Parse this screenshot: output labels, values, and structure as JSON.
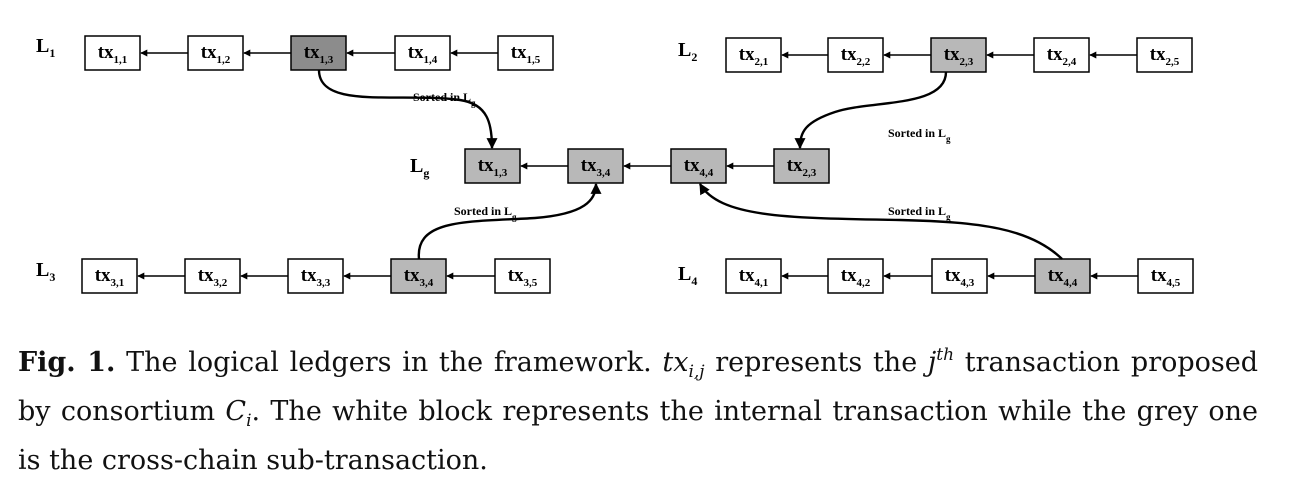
{
  "ledgers": [
    {
      "label": "L",
      "sub": "1",
      "blocks": [
        {
          "sub": "1,1",
          "fill": "white"
        },
        {
          "sub": "1,2",
          "fill": "white"
        },
        {
          "sub": "1,3",
          "fill": "dark"
        },
        {
          "sub": "1,4",
          "fill": "white"
        },
        {
          "sub": "1,5",
          "fill": "white"
        }
      ]
    },
    {
      "label": "L",
      "sub": "2",
      "blocks": [
        {
          "sub": "2,1",
          "fill": "white"
        },
        {
          "sub": "2,2",
          "fill": "white"
        },
        {
          "sub": "2,3",
          "fill": "grey"
        },
        {
          "sub": "2,4",
          "fill": "white"
        },
        {
          "sub": "2,5",
          "fill": "white"
        }
      ]
    },
    {
      "label": "L",
      "sub": "g",
      "blocks": [
        {
          "sub": "1,3",
          "fill": "grey"
        },
        {
          "sub": "3,4",
          "fill": "grey"
        },
        {
          "sub": "4,4",
          "fill": "grey"
        },
        {
          "sub": "2,3",
          "fill": "grey"
        }
      ]
    },
    {
      "label": "L",
      "sub": "3",
      "blocks": [
        {
          "sub": "3,1",
          "fill": "white"
        },
        {
          "sub": "3,2",
          "fill": "white"
        },
        {
          "sub": "3,3",
          "fill": "white"
        },
        {
          "sub": "3,4",
          "fill": "grey"
        },
        {
          "sub": "3,5",
          "fill": "white"
        }
      ]
    },
    {
      "label": "L",
      "sub": "4",
      "blocks": [
        {
          "sub": "4,1",
          "fill": "white"
        },
        {
          "sub": "4,2",
          "fill": "white"
        },
        {
          "sub": "4,3",
          "fill": "white"
        },
        {
          "sub": "4,4",
          "fill": "grey"
        },
        {
          "sub": "4,5",
          "fill": "white"
        }
      ]
    }
  ],
  "block_text": "tx",
  "sort_label": {
    "text": "Sorted in L",
    "sub": "g"
  },
  "colors": {
    "white": "#ffffff",
    "grey": "#b8b8b8",
    "dark": "#8c8c8c",
    "line": "#000000"
  },
  "caption": {
    "fig": "Fig. 1.",
    "part1": " The logical ledgers in the framework. ",
    "tx": "tx",
    "tx_sub": "i,j",
    "part2": " represents the ",
    "j": "j",
    "j_sup": "th",
    "part3": " transaction proposed by consortium ",
    "c": "C",
    "c_sub": "i",
    "part4": ". The white block represents the internal transaction while the grey one is the cross-chain sub-transaction."
  }
}
